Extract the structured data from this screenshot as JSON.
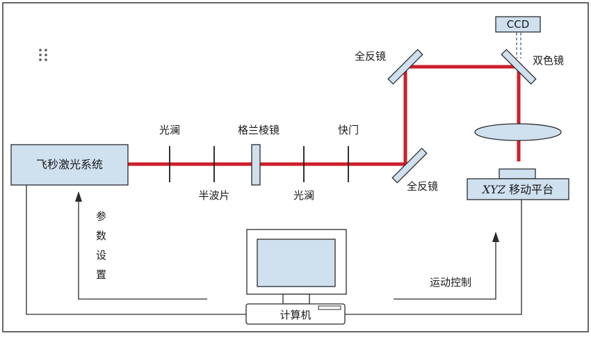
{
  "diagram": {
    "laser_system": "飞秒激光系统",
    "ccd": "CCD",
    "dichroic_mirror": "双色镜",
    "mirror_top": "全反镜",
    "mirror_bottom": "全反镜",
    "aperture_1": "光澜",
    "half_wave_plate": "半波片",
    "glan_prism": "格兰棱镜",
    "aperture_2": "光澜",
    "shutter": "快门",
    "stage_xyz": "XYZ",
    "stage_suffix": " 移动平台",
    "param_setting": [
      "参",
      "数",
      "设",
      "置"
    ],
    "motion_control": "运动控制",
    "computer": "计算机"
  },
  "colors": {
    "beam": "#cc1f2a",
    "component_fill": "#cfe0ef",
    "component_stroke": "#2a2a2a",
    "wire": "#2a2a2a",
    "frame": "#333333"
  }
}
